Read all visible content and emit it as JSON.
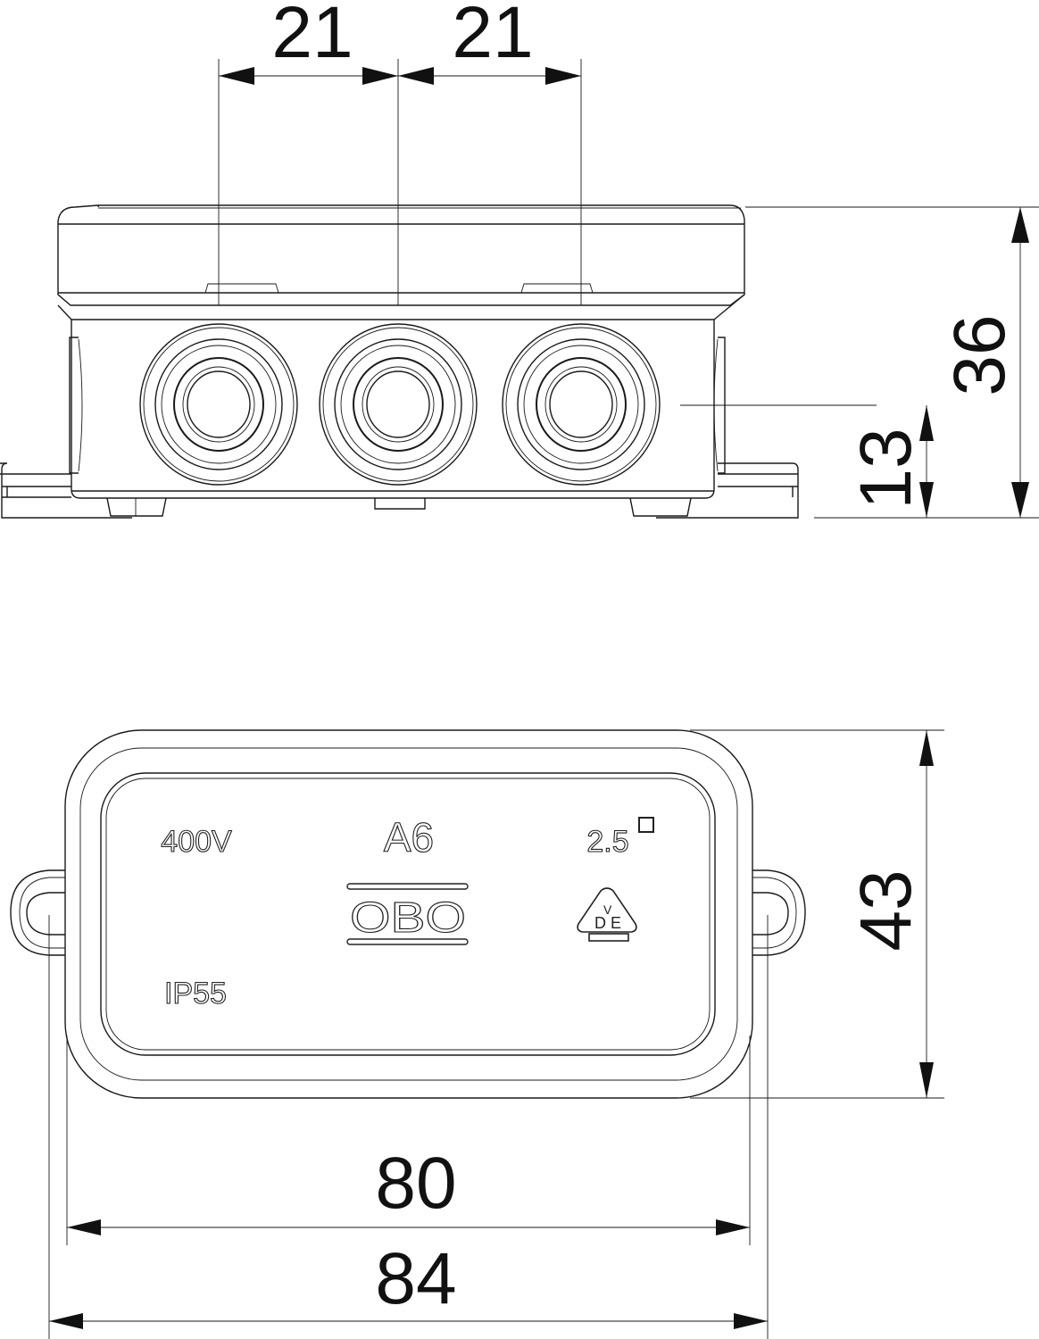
{
  "drawing": {
    "subject": "Junction box A6",
    "side_view": {
      "dimensions": {
        "entry_pitch_left": "21",
        "entry_pitch_right": "21",
        "total_height": "36",
        "entry_center_height": "13"
      },
      "cable_entries": 3
    },
    "top_view": {
      "labels": {
        "voltage": "400V",
        "model": "A6",
        "brand": "OBO",
        "cross_section": "2.5",
        "protection": "IP55",
        "certification": "VDE",
        "cert_letters": {
          "d": "D",
          "v": "V",
          "e": "E"
        }
      },
      "dimensions": {
        "depth": "43",
        "body_width": "80",
        "overall_width": "84"
      }
    }
  }
}
